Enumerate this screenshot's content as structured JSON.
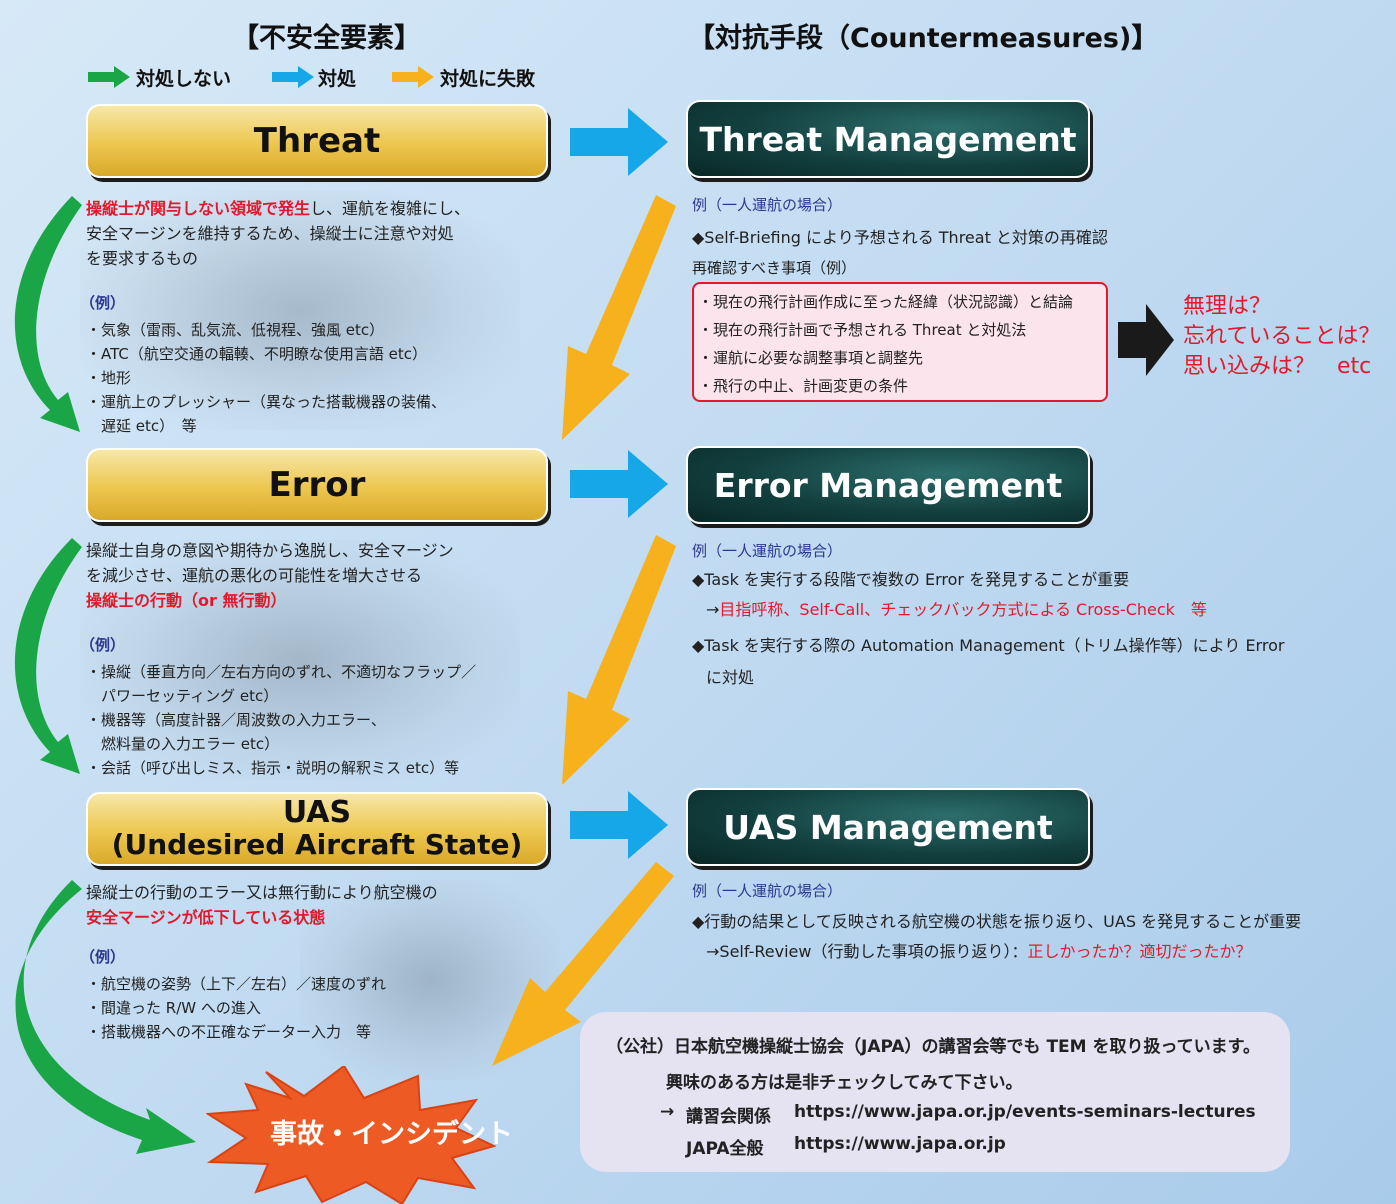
{
  "headers": {
    "left": "【不安全要素】",
    "right": "【対抗手段（Countermeasures)】"
  },
  "legend": [
    {
      "label": "対処しない",
      "color": "#1aa646"
    },
    {
      "label": "対処",
      "color": "#16a7e8"
    },
    {
      "label": "対処に失敗",
      "color": "#f6b11c"
    }
  ],
  "threat": {
    "title": "Threat",
    "desc_red": "操縦士が関与しない領域で発生",
    "desc_rest1": "し、運航を複雑にし、",
    "desc_line2": "安全マージンを維持するため、操縦士に注意や対処",
    "desc_line3": "を要求するもの",
    "ex_label": "（例）",
    "items": [
      "・気象（雷雨、乱気流、低視程、強風 etc）",
      "・ATC（航空交通の輻輳、不明瞭な使用言語 etc）",
      "・地形",
      "・運航上のプレッシャー（異なった搭載機器の装備、",
      "　遅延 etc）　等"
    ]
  },
  "error": {
    "title": "Error",
    "desc_line1": "操縦士自身の意図や期待から逸脱し、安全マージン",
    "desc_line2": "を減少させ、運航の悪化の可能性を増大させる",
    "desc_red": "操縦士の行動（or 無行動）",
    "ex_label": "（例）",
    "items": [
      "・操縦（垂直方向／左右方向のずれ、不適切なフラップ／",
      "　パワーセッティング etc）",
      "・機器等（高度計器／周波数の入力エラー、",
      "　燃料量の入力エラー etc）",
      "・会話（呼び出しミス、指示・説明の解釈ミス etc）等"
    ]
  },
  "uas": {
    "title1": "UAS",
    "title2": "(Undesired Aircraft State)",
    "desc_line1": "操縦士の行動のエラー又は無行動により航空機の",
    "desc_red": "安全マージンが低下している状態",
    "ex_label": "（例）",
    "items": [
      "・航空機の姿勢（上下／左右）／速度のずれ",
      "・間違った R/W への進入",
      "・搭載機器への不正確なデーター入力　等"
    ]
  },
  "accident": "事故・インシデント",
  "threat_mgmt": {
    "title": "Threat Management",
    "ex_label": "例（一人運航の場合）",
    "line1": "◆Self-Briefing により予想される Threat と対策の再確認",
    "line2": "再確認すべき事項（例）",
    "box_items": [
      "・現在の飛行計画作成に至った経緯（状況認識）と結論",
      "・現在の飛行計画で予想される Threat と対処法",
      "・運航に必要な調整事項と調整先",
      "・飛行の中止、計画変更の条件"
    ],
    "questions": [
      "無理は？",
      "忘れていることは？",
      "思い込みは？　etc"
    ]
  },
  "error_mgmt": {
    "title": "Error Management",
    "ex_label": "例（一人運航の場合）",
    "line1": "◆Task を実行する段階で複数の Error を発見することが重要",
    "line2_prefix": "→",
    "line2_red": "目指呼称、Self-Call、チェックバック方式による Cross-Check　等",
    "line3": "◆Task を実行する際の Automation Management（トリム操作等）により Error",
    "line4": "に対処"
  },
  "uas_mgmt": {
    "title": "UAS Management",
    "ex_label": "例（一人運航の場合）",
    "line1": "◆行動の結果として反映される航空機の状態を振り返り、UAS を発見することが重要",
    "line2": "→Self-Review（行動した事項の振り返り）：",
    "line2_red": "正しかったか？適切だったか？"
  },
  "japa": {
    "line1": "（公社）日本航空機操縦士協会（JAPA）の講習会等でも TEM を取り扱っています。",
    "line2": "興味のある方は是非チェックしてみて下さい。",
    "arrow": "→",
    "link1_label": "講習会関係",
    "link1_url": "https://www.japa.or.jp/events-seminars-lectures",
    "link2_label": "JAPA全般",
    "link2_url": "https://www.japa.or.jp"
  }
}
